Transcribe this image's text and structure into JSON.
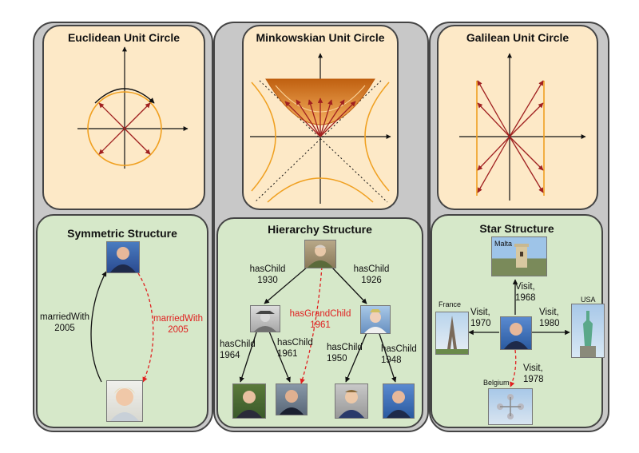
{
  "panels": {
    "euclidean": {
      "title": "Euclidean Unit Circle"
    },
    "minkowskian": {
      "title": "Minkowskian Unit Circle"
    },
    "galilean": {
      "title": "Galilean Unit Circle"
    },
    "symmetric": {
      "title": "Symmetric Structure"
    },
    "hierarchy": {
      "title": "Hierarchy Structure"
    },
    "star": {
      "title": "Star Structure"
    }
  },
  "symmetric": {
    "edge_black": [
      "marriedWith",
      "2005"
    ],
    "edge_red": [
      "marriedWith",
      "2005"
    ]
  },
  "hierarchy": {
    "left_edge": [
      "hasChild",
      "1930"
    ],
    "right_edge": [
      "hasChild",
      "1926"
    ],
    "red_edge": [
      "hasGrandChild",
      "1961"
    ],
    "ll_edge": [
      "hasChild",
      "1964"
    ],
    "lr_edge": [
      "hasChild",
      "1961"
    ],
    "rl_edge": [
      "hasChild",
      "1950"
    ],
    "rr_edge": [
      "hasChild",
      "1948"
    ]
  },
  "star": {
    "places": {
      "malta": "Malta",
      "france": "France",
      "usa": "USA",
      "belgium": "Belgium"
    },
    "up_edge": [
      "Visit,",
      "1968"
    ],
    "left_edge": [
      "Visit,",
      "1970"
    ],
    "right_edge": [
      "Visit,",
      "1980"
    ],
    "down_edge": [
      "Visit,",
      "1978"
    ]
  },
  "colors": {
    "column_bg": "#c8c8c8",
    "top_panel_bg": "#fde9c7",
    "bottom_panel_bg": "#d6e8c9",
    "vector": "#a02020",
    "curve": "#f0a020",
    "red_edge": "#e02020"
  }
}
